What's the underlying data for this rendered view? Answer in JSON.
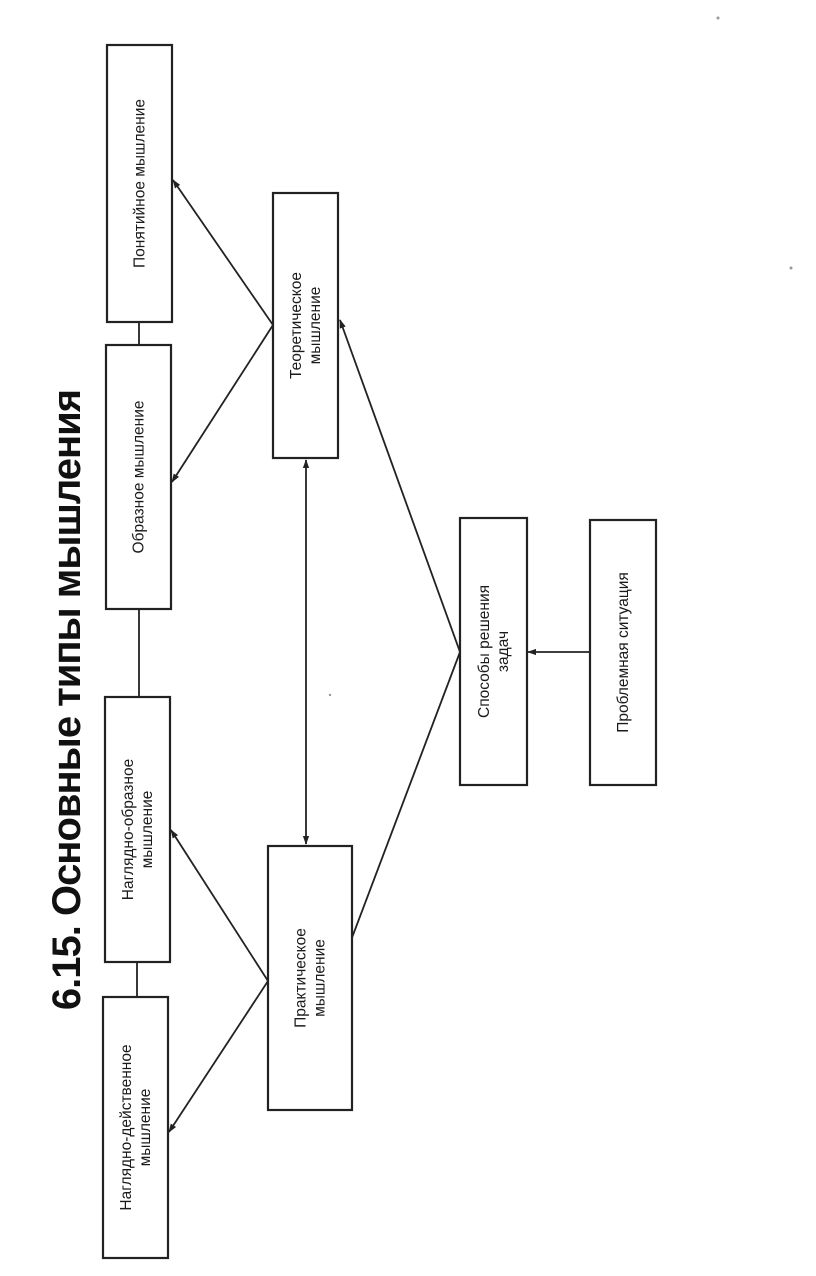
{
  "title": "6.15. Основные типы мышления",
  "nodes": [
    {
      "id": "conceptual",
      "lines": [
        "Понятийное мышление"
      ]
    },
    {
      "id": "figurative",
      "lines": [
        "Образное мышление"
      ]
    },
    {
      "id": "visual_figurative",
      "lines": [
        "Наглядно-образное",
        "мышление"
      ]
    },
    {
      "id": "visual_active",
      "lines": [
        "Наглядно-действенное",
        "мышление"
      ]
    },
    {
      "id": "theoretical",
      "lines": [
        "Теоретическое",
        "мышление"
      ]
    },
    {
      "id": "practical",
      "lines": [
        "Практическое",
        "мышление"
      ]
    },
    {
      "id": "solution_methods",
      "lines": [
        "Способы решения",
        "задач"
      ]
    },
    {
      "id": "problem_situation",
      "lines": [
        "Проблемная ситуация"
      ]
    }
  ],
  "edges": [
    {
      "from": "problem_situation",
      "to": "solution_methods",
      "type": "arrow"
    },
    {
      "from": "solution_methods",
      "to": "theoretical",
      "type": "arrow"
    },
    {
      "from": "solution_methods",
      "to": "practical",
      "type": "arrow"
    },
    {
      "from": "theoretical",
      "to": "practical",
      "type": "double-arrow"
    },
    {
      "from": "theoretical",
      "to": "conceptual",
      "type": "arrow"
    },
    {
      "from": "theoretical",
      "to": "figurative",
      "type": "arrow"
    },
    {
      "from": "practical",
      "to": "visual_figurative",
      "type": "arrow"
    },
    {
      "from": "practical",
      "to": "visual_active",
      "type": "arrow"
    },
    {
      "from": "conceptual",
      "to": "figurative",
      "type": "line"
    },
    {
      "from": "figurative",
      "to": "visual_figurative",
      "type": "line"
    },
    {
      "from": "visual_figurative",
      "to": "visual_active",
      "type": "line"
    }
  ]
}
